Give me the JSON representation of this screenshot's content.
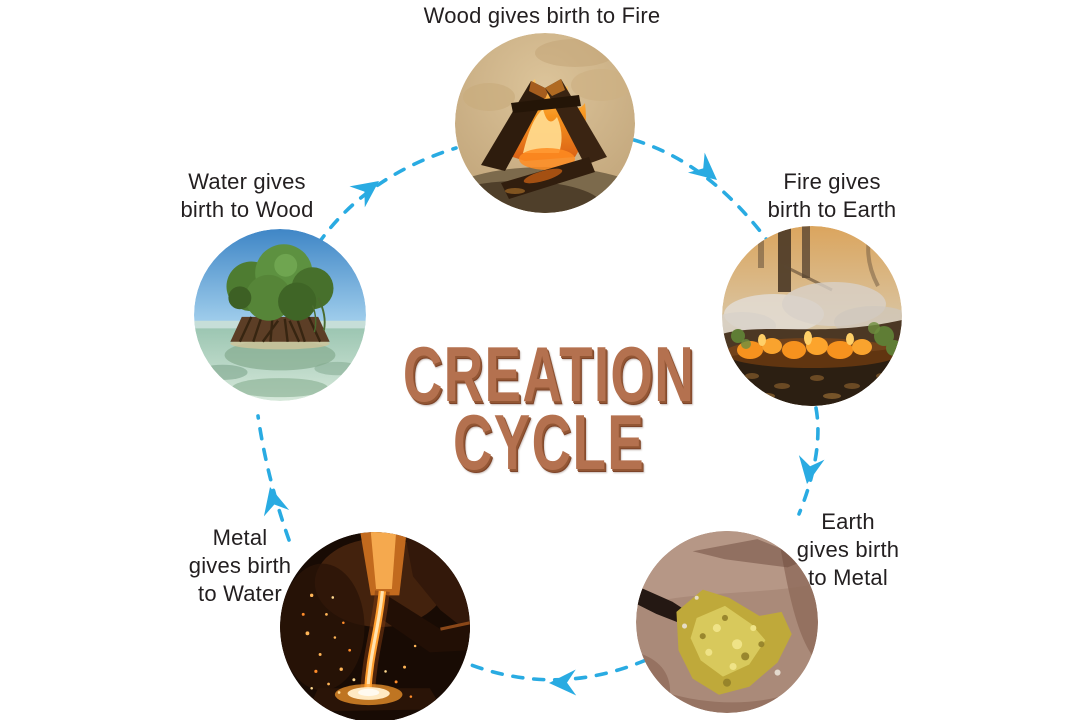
{
  "diagram": {
    "title_line1": "CREATION",
    "title_line2": "CYCLE",
    "colors": {
      "arrow": "#29ABE2",
      "title": "#B4714F",
      "label_text": "#231F20"
    },
    "labels": {
      "wood_to_fire": [
        "Wood gives birth to Fire"
      ],
      "fire_to_earth": [
        "Fire gives",
        "birth to Earth"
      ],
      "earth_to_metal": [
        "Earth",
        "gives birth",
        "to Metal"
      ],
      "metal_to_water": [
        "Metal",
        "gives birth",
        "to Water"
      ],
      "water_to_wood": [
        "Water gives",
        "birth to Wood"
      ]
    },
    "photos": {
      "fire": "burning-wood-campfire-photo",
      "earth": "forest-ground-fire-smoke-photo",
      "metal": "gold-ore-rock-photo",
      "water": "molten-metal-pour-photo",
      "wood": "mangrove-island-tree-photo"
    }
  }
}
